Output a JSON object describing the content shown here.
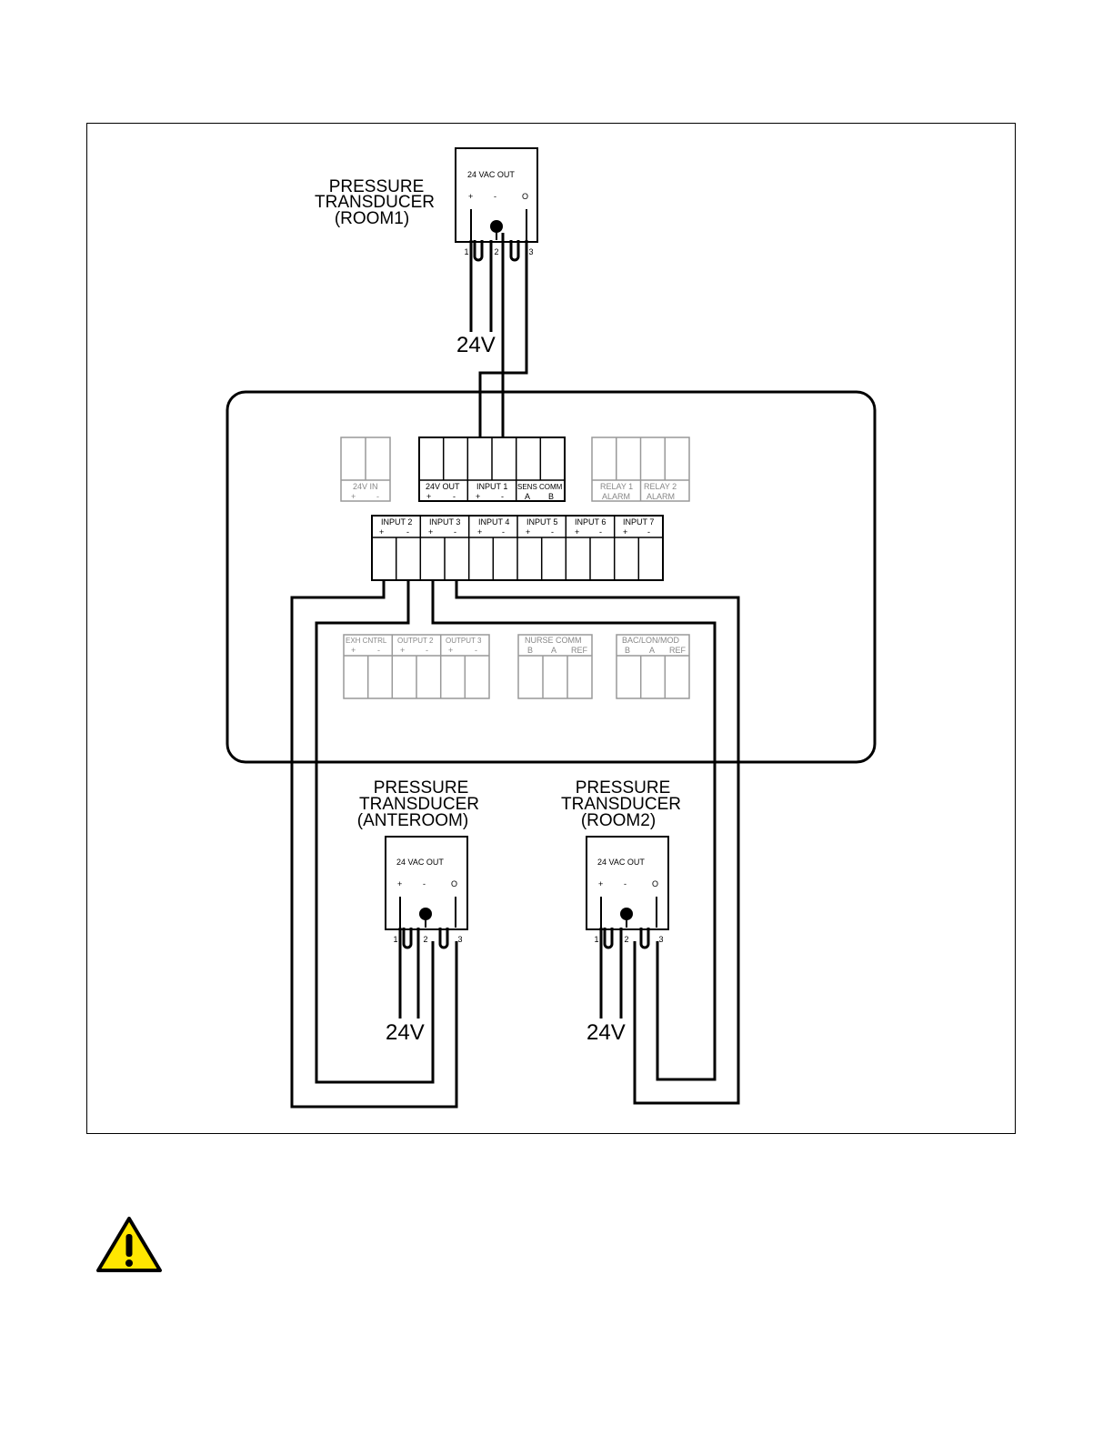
{
  "diagram": {
    "transducer_room1": {
      "label_lines": [
        "PRESSURE",
        "TRANSDUCER",
        "(ROOM1)"
      ],
      "output_label": "24 VAC OUT",
      "pin_signs": [
        "+",
        "-",
        "O"
      ],
      "pin_numbers": [
        "1",
        "2",
        "3"
      ],
      "supply_label": "24V"
    },
    "transducer_anteroom": {
      "label_lines": [
        "PRESSURE",
        "TRANSDUCER",
        "(ANTEROOM)"
      ],
      "output_label": "24 VAC OUT",
      "pin_signs": [
        "+",
        "-",
        "O"
      ],
      "pin_numbers": [
        "1",
        "2",
        "3"
      ],
      "supply_label": "24V"
    },
    "transducer_room2": {
      "label_lines": [
        "PRESSURE",
        "TRANSDUCER",
        "(ROOM2)"
      ],
      "output_label": "24 VAC OUT",
      "pin_signs": [
        "+",
        "-",
        "O"
      ],
      "pin_numbers": [
        "1",
        "2",
        "3"
      ],
      "supply_label": "24V"
    },
    "controller": {
      "tb_24v_in": {
        "label": "24V IN",
        "signs": [
          "+",
          "-"
        ]
      },
      "tb_top": {
        "groups": [
          {
            "label": "24V OUT",
            "signs": [
              "+",
              "-"
            ]
          },
          {
            "label": "INPUT 1",
            "signs": [
              "+",
              "-"
            ]
          },
          {
            "label": "SENS COMM",
            "signs": [
              "A",
              "B"
            ]
          }
        ]
      },
      "tb_relay": {
        "groups": [
          {
            "label": "RELAY 1",
            "sub": "ALARM"
          },
          {
            "label": "RELAY 2",
            "sub": "ALARM"
          }
        ]
      },
      "tb_inputs": {
        "groups": [
          {
            "label": "INPUT 2",
            "signs": [
              "+",
              "-"
            ]
          },
          {
            "label": "INPUT 3",
            "signs": [
              "+",
              "-"
            ]
          },
          {
            "label": "INPUT 4",
            "signs": [
              "+",
              "-"
            ]
          },
          {
            "label": "INPUT 5",
            "signs": [
              "+",
              "-"
            ]
          },
          {
            "label": "INPUT 6",
            "signs": [
              "+",
              "-"
            ]
          },
          {
            "label": "INPUT 7",
            "signs": [
              "+",
              "-"
            ]
          }
        ]
      },
      "tb_outputs": {
        "groups": [
          {
            "label": "EXH CNTRL",
            "signs": [
              "+",
              "-"
            ]
          },
          {
            "label": "OUTPUT 2",
            "signs": [
              "+",
              "-"
            ]
          },
          {
            "label": "OUTPUT 3",
            "signs": [
              "+",
              "-"
            ]
          }
        ]
      },
      "tb_nurse": {
        "label": "NURSE COMM",
        "signs": [
          "B",
          "A",
          "REF"
        ]
      },
      "tb_bac": {
        "label": "BAC/LON/MOD",
        "signs": [
          "B",
          "A",
          "REF"
        ]
      }
    },
    "warning_icon": "warning-triangle-icon",
    "colors": {
      "line": "#000000",
      "inactive_terminal": "#999999",
      "warning_fill": "#ffe600"
    }
  }
}
